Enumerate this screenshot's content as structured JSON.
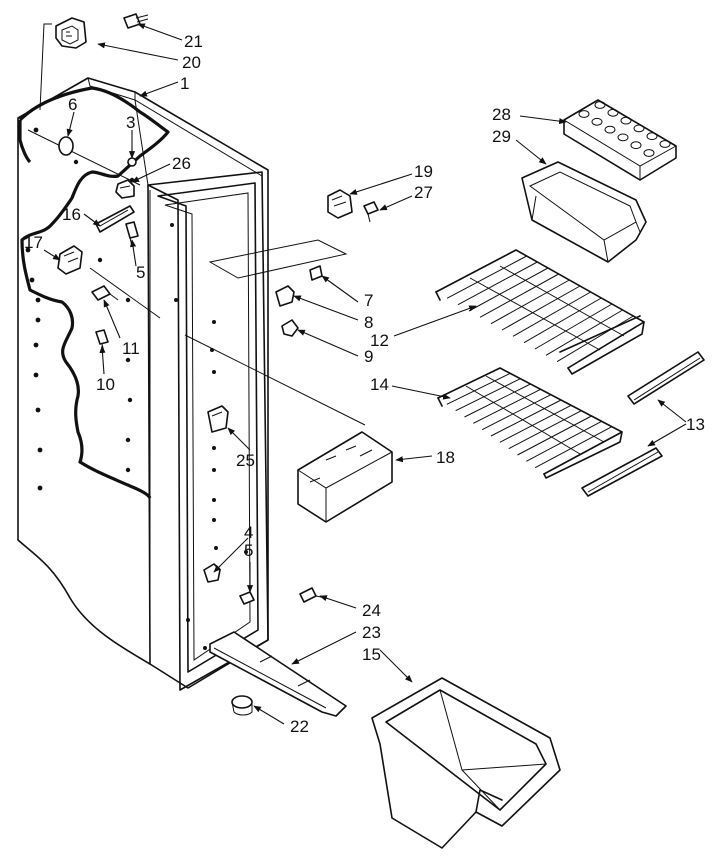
{
  "callouts": [
    {
      "id": "c21",
      "text": "21"
    },
    {
      "id": "c20",
      "text": "20"
    },
    {
      "id": "c1",
      "text": "1"
    },
    {
      "id": "c6",
      "text": "6"
    },
    {
      "id": "c3",
      "text": "3"
    },
    {
      "id": "c26",
      "text": "26"
    },
    {
      "id": "c16",
      "text": "16"
    },
    {
      "id": "c17",
      "text": "17"
    },
    {
      "id": "c5a",
      "text": "5"
    },
    {
      "id": "c11",
      "text": "11"
    },
    {
      "id": "c10",
      "text": "10"
    },
    {
      "id": "c19",
      "text": "19"
    },
    {
      "id": "c27",
      "text": "27"
    },
    {
      "id": "c7",
      "text": "7"
    },
    {
      "id": "c8",
      "text": "8"
    },
    {
      "id": "c9",
      "text": "9"
    },
    {
      "id": "c28",
      "text": "28"
    },
    {
      "id": "c29",
      "text": "29"
    },
    {
      "id": "c12",
      "text": "12"
    },
    {
      "id": "c14",
      "text": "14"
    },
    {
      "id": "c13",
      "text": "13"
    },
    {
      "id": "c18",
      "text": "18"
    },
    {
      "id": "c25",
      "text": "25"
    },
    {
      "id": "c4",
      "text": "4"
    },
    {
      "id": "c5b",
      "text": "5"
    },
    {
      "id": "c24",
      "text": "24"
    },
    {
      "id": "c23",
      "text": "23"
    },
    {
      "id": "c15",
      "text": "15"
    },
    {
      "id": "c22",
      "text": "22"
    }
  ]
}
